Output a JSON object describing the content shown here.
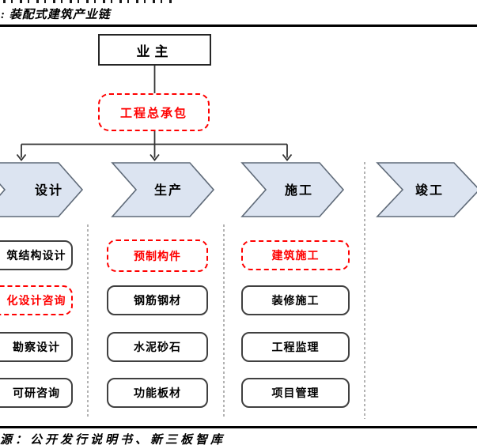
{
  "figure": {
    "title_clipped": ": 装配式建筑产业链",
    "source_clipped": "源：公开发行说明书、新三板智库"
  },
  "flow": {
    "owner": "业主",
    "general_contractor": "工程总承包"
  },
  "phases": [
    {
      "label": "设计"
    },
    {
      "label": "生产"
    },
    {
      "label": "施工"
    },
    {
      "label": "竣工"
    }
  ],
  "columns": [
    {
      "items": [
        {
          "label": "筑结构设计",
          "highlight": false
        },
        {
          "label": "化设计咨询",
          "highlight": true
        },
        {
          "label": "勘察设计",
          "highlight": false
        },
        {
          "label": "可研咨询",
          "highlight": false
        }
      ]
    },
    {
      "items": [
        {
          "label": "预制构件",
          "highlight": true
        },
        {
          "label": "钢筋钢材",
          "highlight": false
        },
        {
          "label": "水泥砂石",
          "highlight": false
        },
        {
          "label": "功能板材",
          "highlight": false
        }
      ]
    },
    {
      "items": [
        {
          "label": "建筑施工",
          "highlight": true
        },
        {
          "label": "装修施工",
          "highlight": false
        },
        {
          "label": "工程监理",
          "highlight": false
        },
        {
          "label": "项目管理",
          "highlight": false
        }
      ]
    }
  ],
  "colors": {
    "highlight_red": "#ff0000",
    "chevron_fill": "#dce4f1",
    "chevron_border": "#5f6a78",
    "box_border": "#404040",
    "connector": "#333333",
    "rule_black": "#000000",
    "separator_gray": "#808080"
  }
}
